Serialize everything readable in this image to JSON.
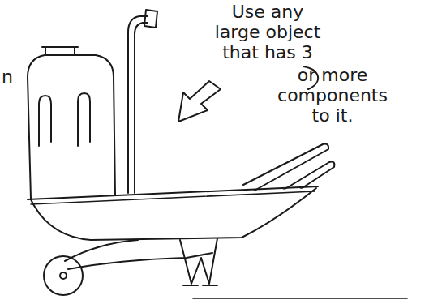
{
  "diagram": {
    "labels": [
      "n",
      "Use any large object that has 3",
      "or more components to it."
    ]
  }
}
